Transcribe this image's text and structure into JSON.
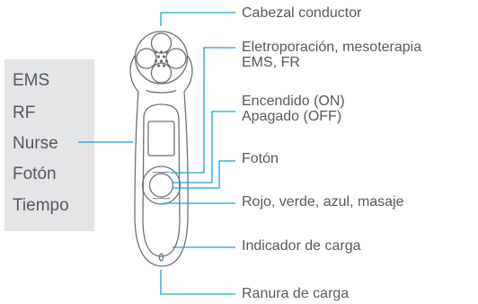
{
  "modes_panel": {
    "items": [
      "EMS",
      "RF",
      "Nurse",
      "Fotón",
      "Tiempo"
    ]
  },
  "callouts": [
    {
      "lines": [
        "Cabezal conductor"
      ]
    },
    {
      "lines": [
        "Eletroporación, mesoterapia",
        "EMS, FR"
      ]
    },
    {
      "lines": [
        "Encendido (ON)",
        "Apagado (OFF)"
      ]
    },
    {
      "lines": [
        "Fotón"
      ]
    },
    {
      "lines": [
        "Rojo, verde, azul, masaje"
      ]
    },
    {
      "lines": [
        "Indicador de carga"
      ]
    },
    {
      "lines": [
        "Ranura de carga"
      ]
    }
  ],
  "colors": {
    "leader_line": "#1aa0d8",
    "device_outline": "#6b7077",
    "panel_bg": "#e4e5e7",
    "text": "#55595e"
  }
}
